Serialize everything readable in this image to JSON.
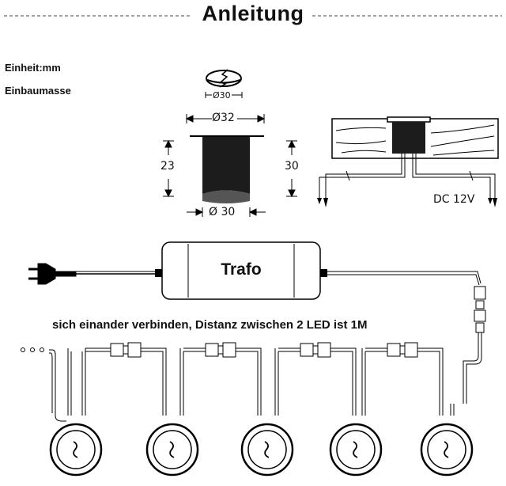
{
  "title": "Anleitung",
  "units_label": "Einheit:mm",
  "install_label": "Einbaumasse",
  "dimensions": {
    "top_diameter": "Ø30",
    "outer_diameter": "Ø32",
    "inner_height": "23",
    "outer_height": "30",
    "bottom_diameter": "Ø 30"
  },
  "voltage_label": "DC 12V",
  "transformer_label": "Trafo",
  "connection_caption": "sich einander verbinden, Distanz zwischen 2 LED ist 1M",
  "led_count": 5
}
